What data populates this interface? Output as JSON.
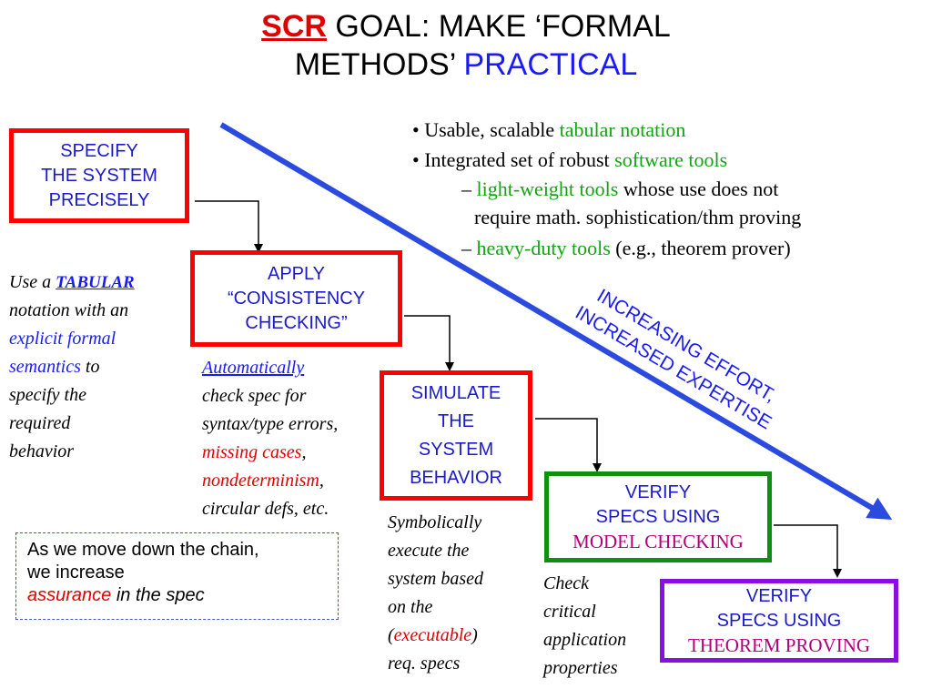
{
  "title": {
    "scr": "SCR",
    "line1_rest": " GOAL:  MAKE ‘FORMAL",
    "line2_a": "METHODS’ ",
    "line2_b": "PRACTICAL"
  },
  "bullets": {
    "b1_a": "Usable, scalable ",
    "b1_b": "tabular notation",
    "b2_a": "Integrated set of robust ",
    "b2_b": "software tools",
    "sub1_dash": "– ",
    "sub1_a": "light-weight tools",
    "sub1_b": " whose use does not",
    "sub1_c": "require math. sophistication/thm proving",
    "sub2_dash": "– ",
    "sub2_a": "heavy-duty tools",
    "sub2_b": " (e.g., theorem prover)"
  },
  "boxes": {
    "specify": [
      "SPECIFY",
      "THE SYSTEM",
      "PRECISELY"
    ],
    "apply": [
      "APPLY",
      "“CONSISTENCY",
      "CHECKING”"
    ],
    "simulate": [
      "SIMULATE",
      "THE",
      "SYSTEM",
      "BEHAVIOR"
    ],
    "verify_mc": [
      "VERIFY",
      "SPECS USING",
      "MODEL CHECKING"
    ],
    "verify_tp": [
      "VERIFY",
      "SPECS USING",
      "THEOREM PROVING"
    ]
  },
  "notes": {
    "tabular": {
      "use_a": "Use a ",
      "tabular": "TABULAR",
      "l2": "notation with an",
      "l3": "explicit formal",
      "l4a": "semantics",
      "l4b": " to",
      "l5": "specify  the",
      "l6": "required",
      "l7": "behavior"
    },
    "consistency": {
      "l1": "Automatically",
      "l2": "check spec for",
      "l3": "syntax/type errors,",
      "l4a": "missing cases",
      "l4b": ",",
      "l5a": "nondeterminism",
      "l5b": ",",
      "l6": "circular defs, etc."
    },
    "simulate": {
      "l1": "Symbolically",
      "l2": "execute the",
      "l3": "system based",
      "l4": "on the",
      "l5a": "(",
      "l5b": "executable",
      "l5c": ")",
      "l6": "req. specs"
    },
    "model_check": [
      "Check",
      "critical",
      "application",
      "properties"
    ]
  },
  "assurance_box": {
    "l1": "As we move down the chain,",
    "l2": "we increase",
    "l3a": "assurance",
    "l3b": " in the spec"
  },
  "diagonal": {
    "line1": "INCREASING EFFORT,",
    "line2": "INCREASED EXPERTISE"
  },
  "colors": {
    "red": "#e00000",
    "blue": "#1a1aff",
    "green": "#13a413",
    "box_red_border": "#ff0000",
    "box_green_border": "#109010",
    "box_purple_border": "#8a10e0",
    "arrow_blue": "#2a4ae0"
  }
}
